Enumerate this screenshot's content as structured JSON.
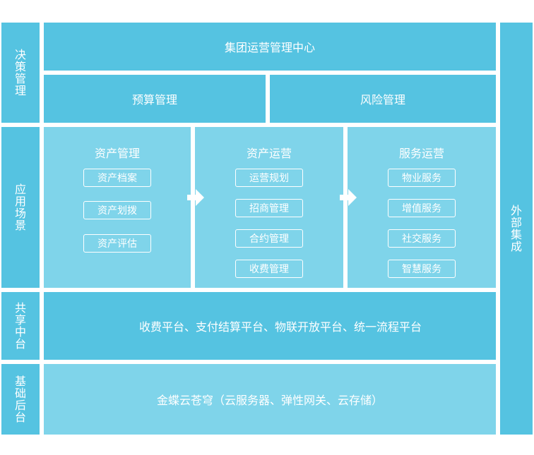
{
  "left_labels": {
    "decision": "决策管理",
    "scenario": "应用场景",
    "platform": "共享中台",
    "infra": "基础后台"
  },
  "right_label": "外部集成",
  "header": {
    "center": "集团运营管理中心",
    "budget": "预算管理",
    "risk": "风险管理"
  },
  "columns": [
    {
      "title": "资产管理",
      "items": [
        "资产档案",
        "资产划拨",
        "资产评估"
      ]
    },
    {
      "title": "资产运营",
      "items": [
        "运营规划",
        "招商管理",
        "合约管理",
        "收费管理"
      ]
    },
    {
      "title": "服务运营",
      "items": [
        "物业服务",
        "增值服务",
        "社交服务",
        "智慧服务"
      ]
    }
  ],
  "platform_text": "收费平台、支付结算平台、物联开放平台、统一流程平台",
  "infra_text": "金蝶云苍穹（云服务器、弹性网关、云存储）"
}
